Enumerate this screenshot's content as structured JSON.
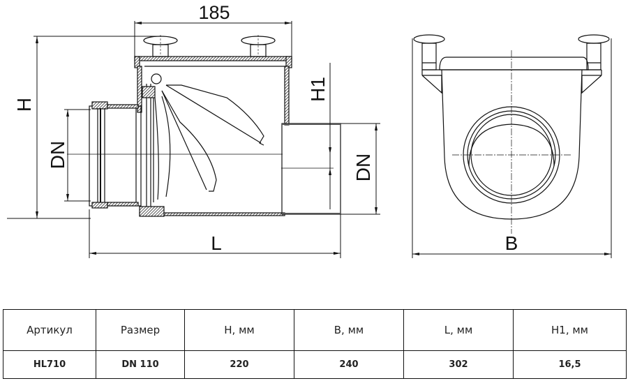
{
  "drawing": {
    "title": "Обратный клапан HL710 — чертёж",
    "side_view_labels": {
      "top_width": "185",
      "height": "H",
      "inlet_diameter": "DN",
      "outlet_offset": "H1",
      "outlet_diameter": "DN",
      "length": "L"
    },
    "front_view_labels": {
      "width": "B"
    }
  },
  "spec_table": {
    "headers": [
      "Артикул",
      "Размер",
      "H, мм",
      "B, мм",
      "L, мм",
      "H1, мм"
    ],
    "rows": [
      [
        "HL710",
        "DN 110",
        "220",
        "240",
        "302",
        "16,5"
      ]
    ]
  }
}
